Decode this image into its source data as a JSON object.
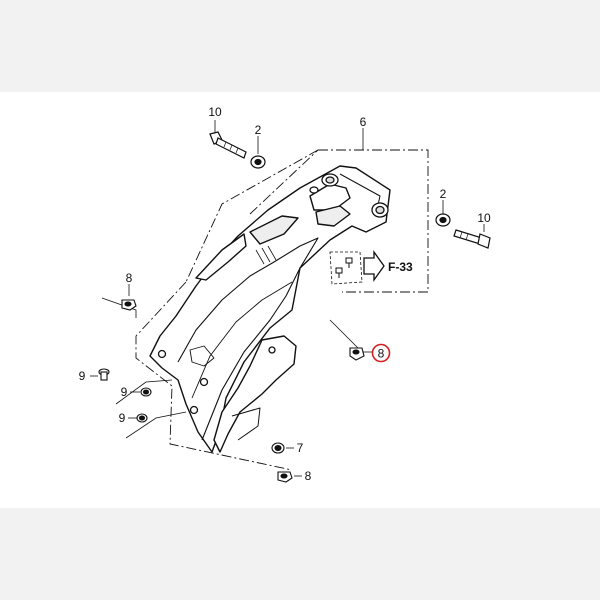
{
  "diagram": {
    "callouts": {
      "c10_top": "10",
      "c2_top": "2",
      "c6": "6",
      "c2_right": "2",
      "c10_right": "10",
      "c8_left": "8",
      "c9_a": "9",
      "c9_b": "9",
      "c9_c": "9",
      "c7": "7",
      "c8_bottom": "8",
      "c8_highlight": "8"
    },
    "reference": "F-33",
    "colors": {
      "line": "#111111",
      "highlight": "#d42020",
      "band": "#f2f2f2",
      "canvas": "#ffffff"
    }
  }
}
